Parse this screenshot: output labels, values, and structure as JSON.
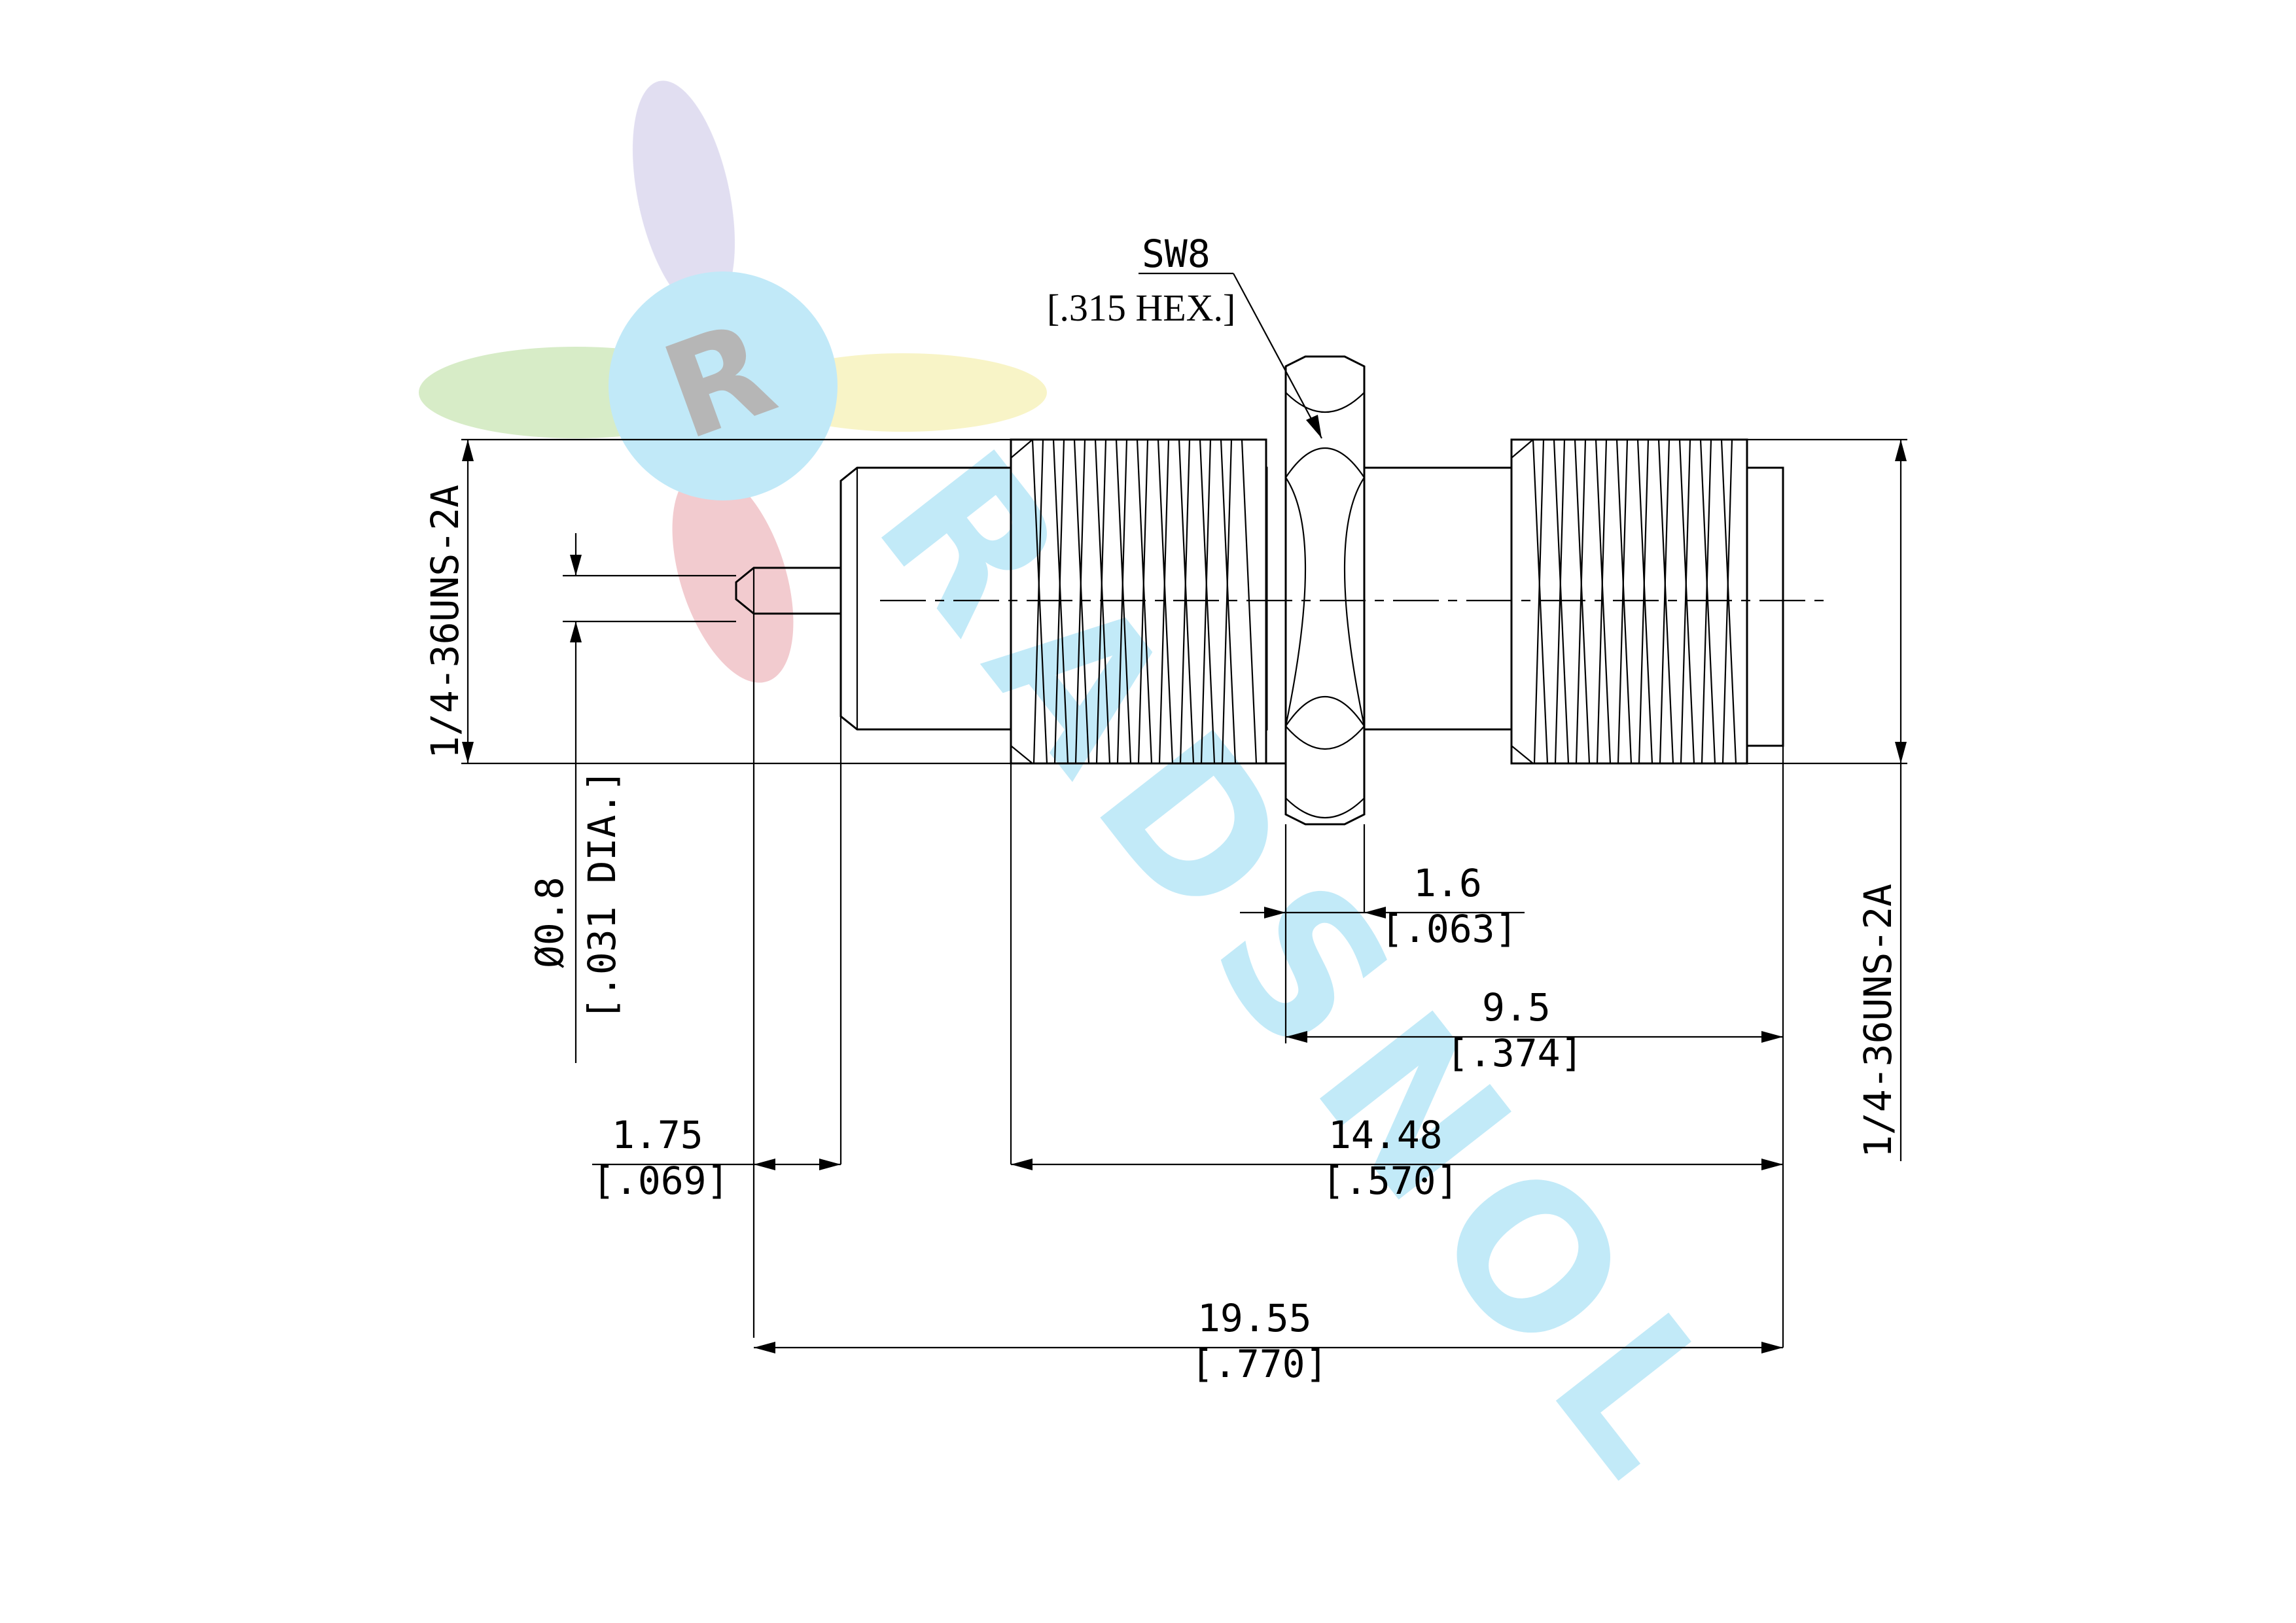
{
  "watermark": {
    "logo_letter": "R",
    "brand_text": "RADSNOL",
    "colors": {
      "blue": "#8fd8f2",
      "red": "#e8a0a8",
      "green": "#b6dc9a",
      "yellow": "#f3ec9a",
      "purple": "#c9c4e6"
    }
  },
  "callout": {
    "hex_metric": "SW8",
    "hex_imperial": "[.315 HEX.]"
  },
  "threads": {
    "left": "1/4-36UNS-2A",
    "right": "1/4-36UNS-2A"
  },
  "pin_diameter": {
    "metric": "Ø0.8",
    "imperial": "[.031 DIA.]"
  },
  "dimensions": {
    "d_1_6": {
      "metric": "1.6",
      "imperial": "[.063]"
    },
    "d_9_5": {
      "metric": "9.5",
      "imperial": "[.374]"
    },
    "d_1_75": {
      "metric": "1.75",
      "imperial": "[.069]"
    },
    "d_14_48": {
      "metric": "14.48",
      "imperial": "[.570]"
    },
    "d_19_55": {
      "metric": "19.55",
      "imperial": "[.770]"
    }
  }
}
